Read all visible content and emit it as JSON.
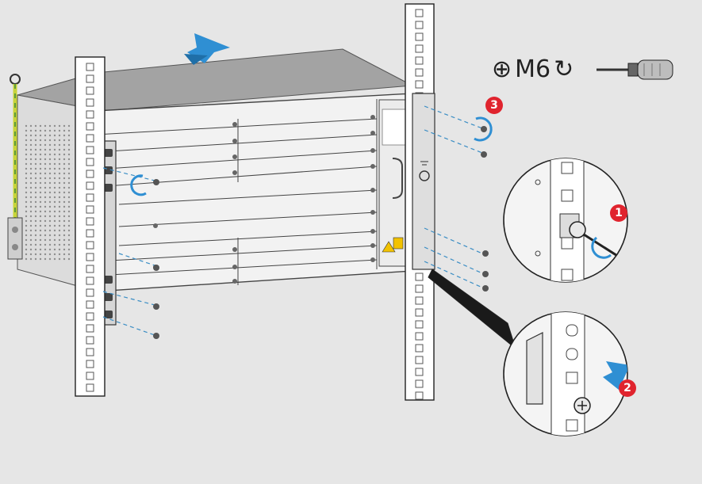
{
  "tool": {
    "screw_head_symbol": "⊕",
    "screw_size": "M6",
    "rotation_symbol": "↻",
    "screwdriver_icon": "screwdriver-icon"
  },
  "steps": [
    {
      "number": "1",
      "color": "#e0242e"
    },
    {
      "number": "2",
      "color": "#e0242e"
    },
    {
      "number": "3",
      "color": "#e0242e"
    }
  ],
  "colors": {
    "background": "#e6e6e6",
    "arrow": "#2f8fd3",
    "callout": "#e0242e",
    "ground_cable": "#c8d43a",
    "chassis_top": "#9e9e9e",
    "chassis_front": "#f2f2f2"
  }
}
